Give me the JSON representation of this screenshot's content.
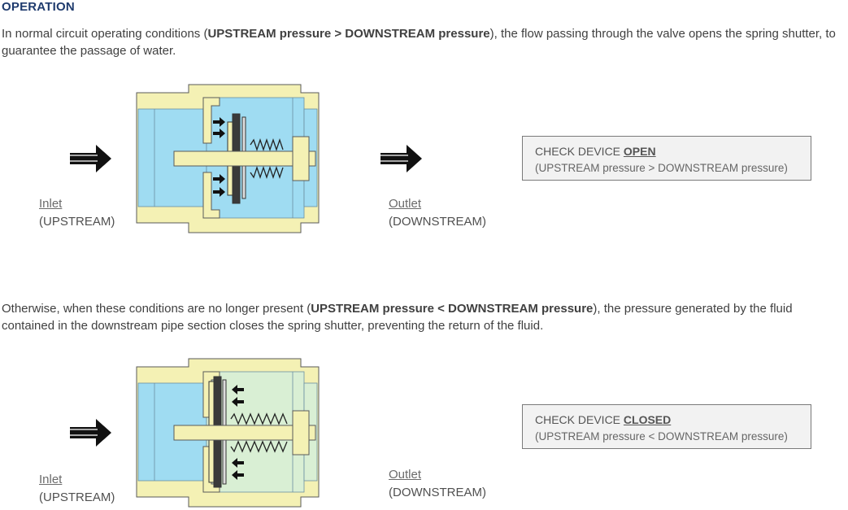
{
  "heading": "OPERATION",
  "para1": {
    "pre": "In normal circuit operating conditions (",
    "bold": "UPSTREAM pressure > DOWNSTREAM pressure",
    "post": "), the flow passing through the valve opens the spring shutter, to guarantee the passage of water."
  },
  "para2": {
    "pre": "Otherwise, when these conditions are no longer present (",
    "bold": "UPSTREAM pressure < DOWNSTREAM pressure",
    "post": "), the pressure generated by the fluid contained in the downstream pipe section closes the spring shutter, preventing the return of the fluid."
  },
  "diagram_open": {
    "inlet_label": "Inlet",
    "inlet_sub": "(UPSTREAM)",
    "outlet_label": "Outlet",
    "outlet_sub": "(DOWNSTREAM)",
    "status_prefix": "CHECK DEVICE ",
    "status_state": "OPEN",
    "status_sub": "(UPSTREAM pressure > DOWNSTREAM pressure)"
  },
  "diagram_closed": {
    "inlet_label": "Inlet",
    "inlet_sub": "(UPSTREAM)",
    "outlet_label": "Outlet",
    "outlet_sub": "(DOWNSTREAM)",
    "status_prefix": "CHECK DEVICE ",
    "status_state": "CLOSED",
    "status_sub": "(UPSTREAM pressure < DOWNSTREAM pressure)"
  },
  "colors": {
    "heading": "#1f3b6e",
    "water": "#9fdcf2",
    "water_still": "#d9efd4",
    "brass": "#f4f1b4",
    "outline": "#5a5a5a",
    "arrow": "#111111"
  }
}
